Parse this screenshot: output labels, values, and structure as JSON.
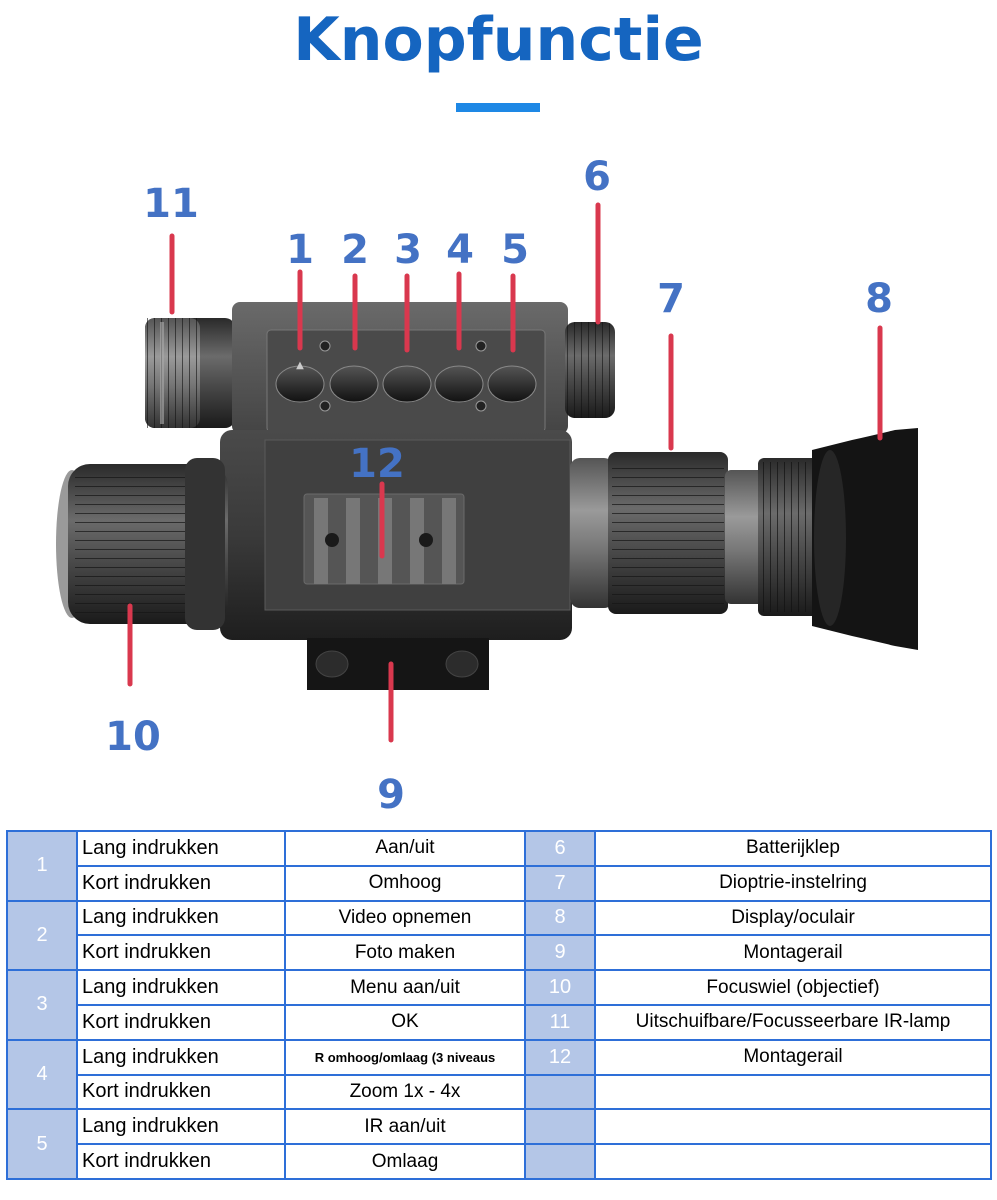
{
  "title": "Knopfunctie",
  "colors": {
    "accent": "#1565c0",
    "callout": "#4472c4",
    "leader": "#d9384e",
    "table_border": "#2e6fd8",
    "table_fill": "#b4c6e7"
  },
  "callouts": [
    "1",
    "2",
    "3",
    "4",
    "5",
    "6",
    "7",
    "8",
    "9",
    "10",
    "11",
    "12"
  ],
  "buttons": [
    {
      "id": "1",
      "long": "Lang indrukken",
      "long_func": "Aan/uit",
      "short": "Kort indrukken",
      "short_func": "Omhoog"
    },
    {
      "id": "2",
      "long": "Lang indrukken",
      "long_func": "Video opnemen",
      "short": "Kort indrukken",
      "short_func": "Foto maken"
    },
    {
      "id": "3",
      "long": "Lang indrukken",
      "long_func": "Menu aan/uit",
      "short": "Kort indrukken",
      "short_func": "OK"
    },
    {
      "id": "4",
      "long": "Lang indrukken",
      "long_func": "R omhoog/omlaag (3 niveaus",
      "short": "Kort indrukken",
      "short_func": "Zoom 1x - 4x"
    },
    {
      "id": "5",
      "long": "Lang indrukken",
      "long_func": "IR aan/uit",
      "short": "Kort indrukken",
      "short_func": "Omlaag"
    }
  ],
  "parts": [
    {
      "id": "6",
      "desc": "Batterijklep"
    },
    {
      "id": "7",
      "desc": "Dioptrie-instelring"
    },
    {
      "id": "8",
      "desc": "Display/oculair"
    },
    {
      "id": "9",
      "desc": "Montagerail"
    },
    {
      "id": "10",
      "desc": "Focuswiel (objectief)"
    },
    {
      "id": "11",
      "desc": "Uitschuifbare/Focusseerbare IR-lamp"
    },
    {
      "id": "12",
      "desc": "Montagerail"
    }
  ]
}
